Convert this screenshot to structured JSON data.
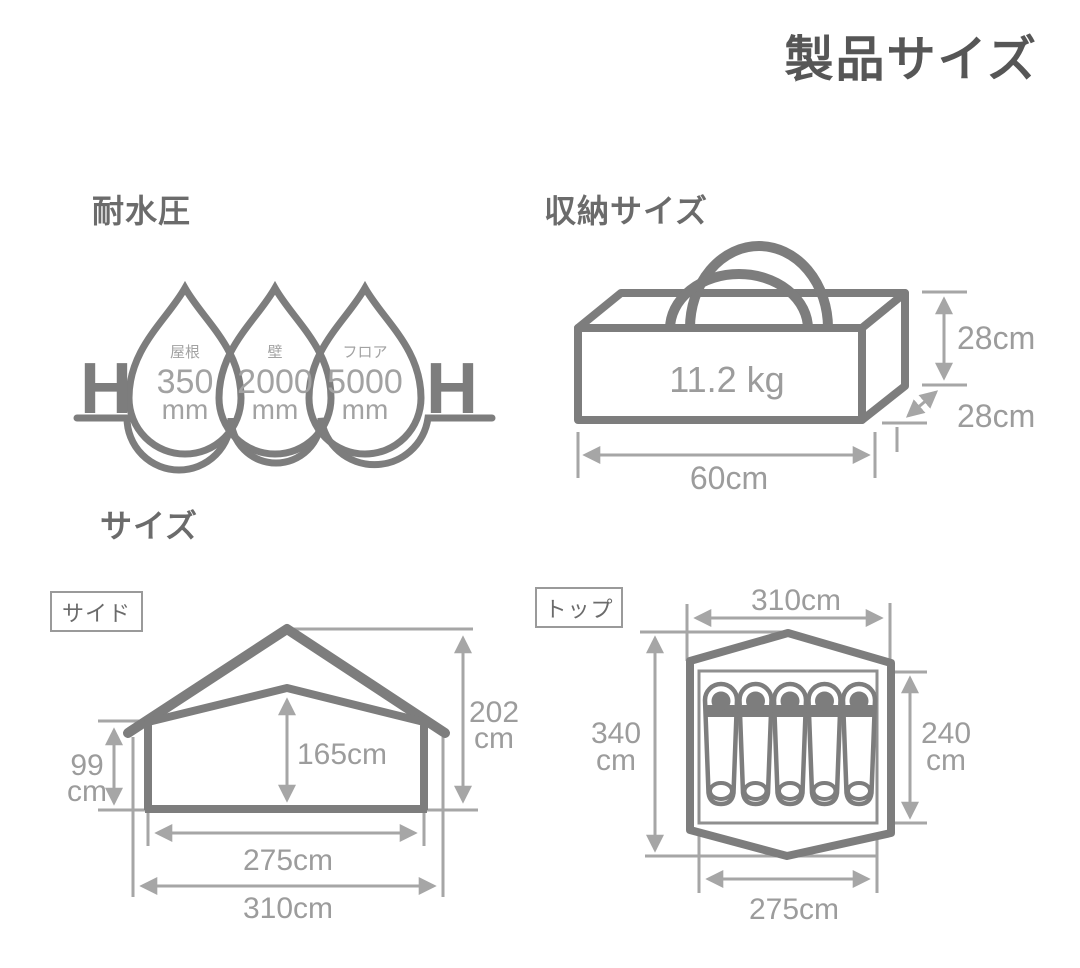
{
  "title": "製品サイズ",
  "water_resistance": {
    "heading": "耐水圧",
    "left_marker": "H",
    "right_marker": "H",
    "drops": [
      {
        "label": "屋根",
        "value": "350",
        "unit": "mm"
      },
      {
        "label": "壁",
        "value": "2000",
        "unit": "mm"
      },
      {
        "label": "フロア",
        "value": "5000",
        "unit": "mm"
      }
    ]
  },
  "storage_size": {
    "heading": "収納サイズ",
    "weight": "11.2 kg",
    "height": "28cm",
    "depth": "28cm",
    "width": "60cm"
  },
  "size_section": {
    "heading": "サイズ",
    "side_view": {
      "tag": "サイド",
      "peak_height": [
        "202",
        "cm"
      ],
      "inner_height": "165cm",
      "wall_height": [
        "99",
        "cm"
      ],
      "floor_width": "275cm",
      "overall_width": "310cm"
    },
    "top_view": {
      "tag": "トップ",
      "overall_width": "310cm",
      "overall_length": [
        "340",
        "cm"
      ],
      "inner_length": [
        "240",
        "cm"
      ],
      "inner_width": "275cm",
      "sleeper_count": 5
    }
  }
}
